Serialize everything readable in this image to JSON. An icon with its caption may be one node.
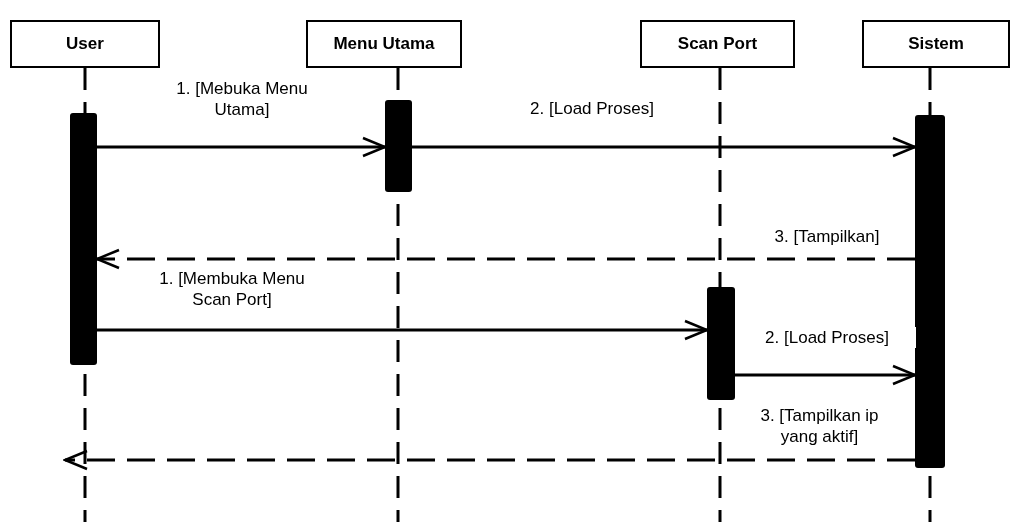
{
  "diagram": {
    "nodes": [
      {
        "text": [
          "User"
        ]
      },
      {
        "text": [
          "Menu Utama"
        ]
      },
      {
        "text": [
          "Scan Port"
        ]
      },
      {
        "text": [
          "Sistem"
        ]
      },
      {
        "text": [],
        "shape": "bar"
      },
      {
        "text": [],
        "shape": "bar"
      },
      {
        "text": [],
        "shape": "bar"
      },
      {
        "text": [],
        "shape": "bar"
      }
    ],
    "edges": [
      {
        "from": 5,
        "to": 4,
        "arrow": "to",
        "label": "1. [Mebuka Menu Utama]"
      },
      {
        "from": 4,
        "to": 6,
        "arrow": "to",
        "label": "2. [Load Proses]"
      },
      {
        "from": 6,
        "to": 5,
        "arrow": "to",
        "label": "3. [Tampilkan]",
        "style": "dashed"
      },
      {
        "from": 5,
        "to": 7,
        "arrow": "to",
        "label": "1. [Membuka Menu Scan Port]"
      },
      {
        "from": 7,
        "to": 6,
        "arrow": "to",
        "label": "2. [Load Proses]"
      },
      {
        "from": 6,
        "to": null,
        "arrow": "to",
        "label": "3. [Tampilkan ip yang aktif]",
        "style": "dashed"
      }
    ]
  }
}
